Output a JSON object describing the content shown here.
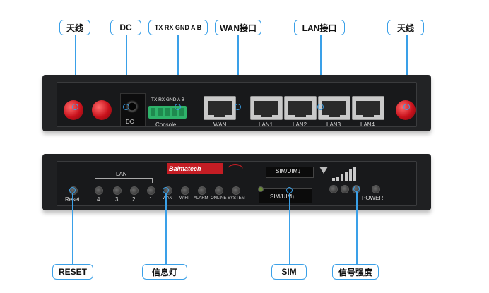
{
  "callouts": {
    "antenna_left": "天线",
    "dc": "DC",
    "console": "TX RX GND A B",
    "wan": "WAN接口",
    "lan": "LAN接口",
    "antenna_right": "天线",
    "reset": "RESET",
    "led": "信息灯",
    "sim": "SIM",
    "signal": "信号强度"
  },
  "front": {
    "dc_label": "DC",
    "console_pins_label": "TX RX GND A  B",
    "console_label": "Console",
    "wan_label": "WAN",
    "lan_labels": [
      "LAN1",
      "LAN2",
      "LAN3",
      "LAN4"
    ]
  },
  "back": {
    "lan_group_label": "LAN",
    "lan_numbers": [
      "4",
      "3",
      "2",
      "1"
    ],
    "reset_label": "Reset",
    "led_labels": [
      "WAN",
      "WIFI",
      "ALARM",
      "ONLINE",
      "SYSTEM"
    ],
    "brand": "Baimatech",
    "sim_top_label": "SIM/UIM↓",
    "sim_bottom_label": "SIM/UIM↓",
    "power_label": "POWER"
  },
  "colors": {
    "accent": "#3aa0e8",
    "antenna": "#c8111b",
    "brand": "#c41d24"
  }
}
